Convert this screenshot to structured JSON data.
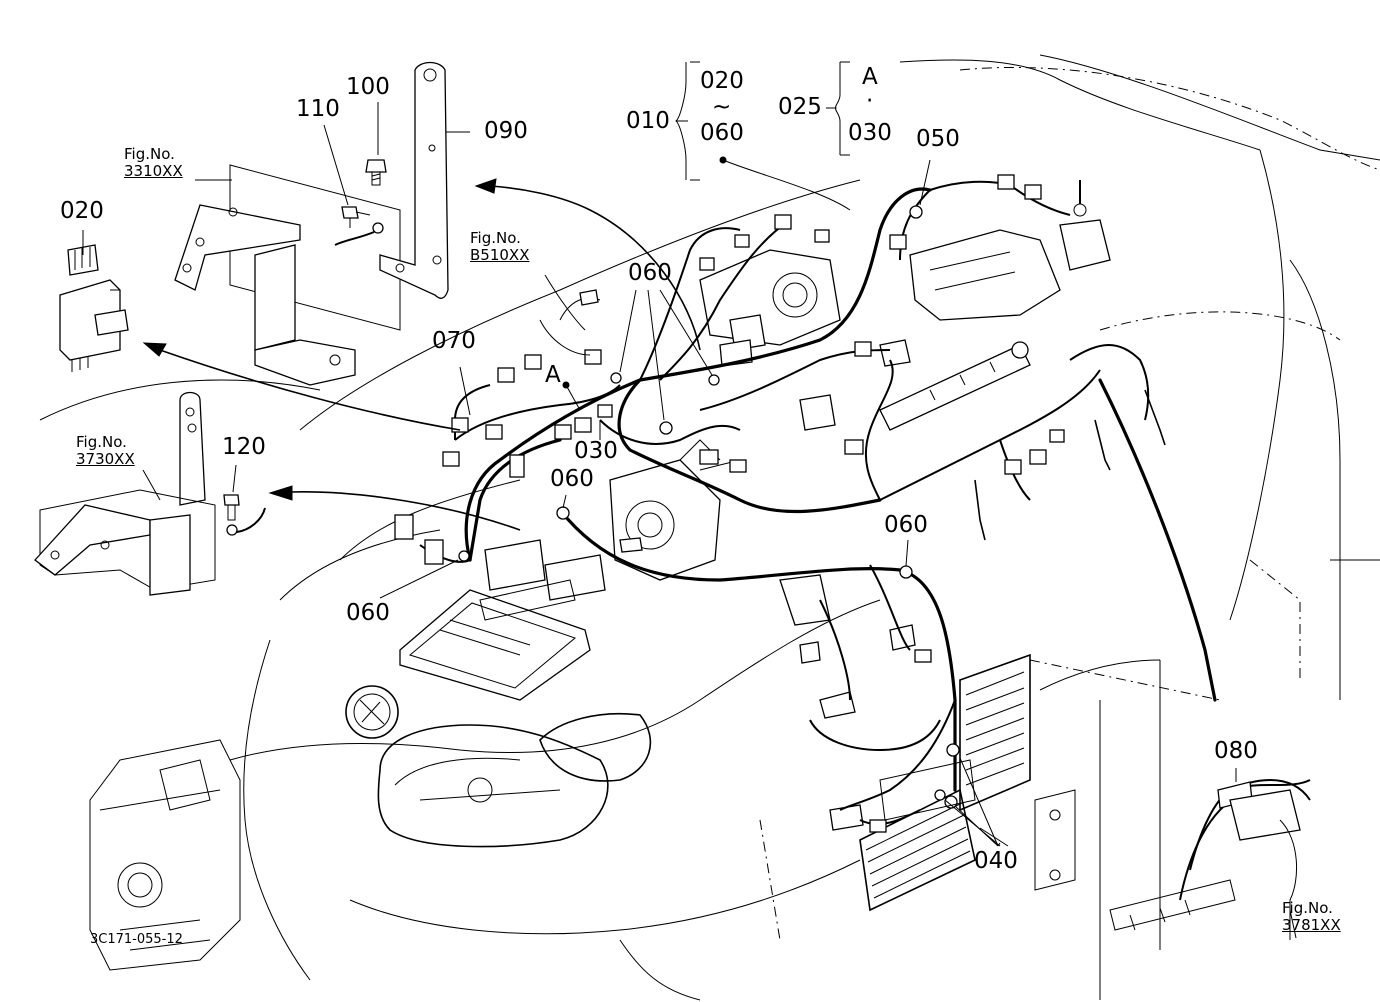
{
  "diagram": {
    "drawing_code": "3C171-055-12",
    "part_labels": {
      "p010": "010",
      "p020_top": "020",
      "p060_top": "060",
      "p025": "025",
      "pA_top": "A",
      "p030_top": "030",
      "p050": "050",
      "p090": "090",
      "p100": "100",
      "p110": "110",
      "p020_left": "020",
      "p060_a": "060",
      "p070": "070",
      "pA_mid": "A",
      "p030_mid": "030",
      "p060_b": "060",
      "p120": "120",
      "p060_c": "060",
      "p060_d": "060",
      "p080": "080",
      "p040": "040"
    },
    "range_symbols": {
      "tilde": "~",
      "dot": "·"
    },
    "figure_refs": [
      {
        "caption": "Fig.No.",
        "number": "3310XX"
      },
      {
        "caption": "Fig.No.",
        "number": "B510XX"
      },
      {
        "caption": "Fig.No.",
        "number": "3730XX"
      },
      {
        "caption": "Fig.No.",
        "number": "3781XX"
      }
    ]
  }
}
